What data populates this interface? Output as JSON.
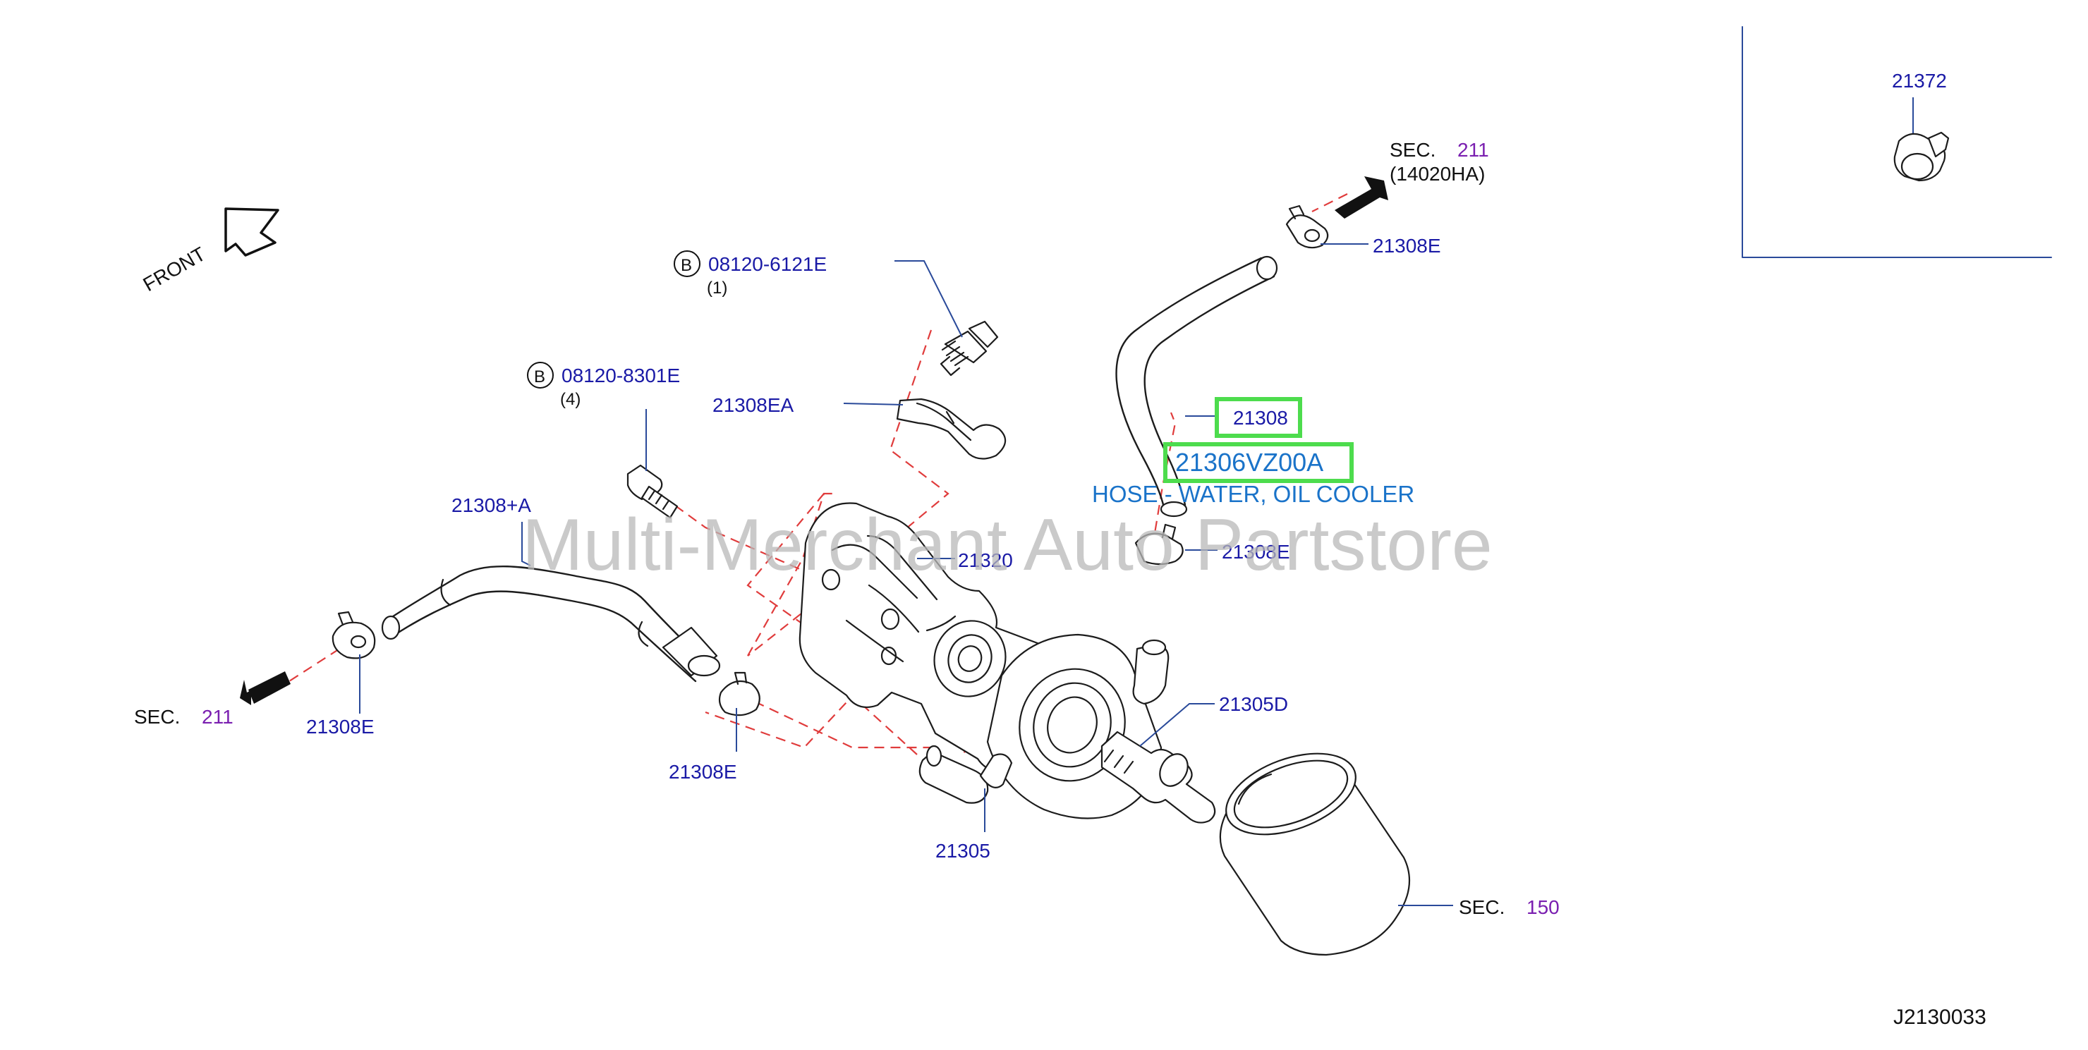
{
  "watermark": "Multi-Merchant Auto Partstore",
  "diagram_code": "J2130033",
  "front_label": "FRONT",
  "labels": {
    "p21372": "21372",
    "sec_word_top": "SEC.",
    "sec_num_top": "211",
    "sec_ref_top": "(14020HA)",
    "p21308E_top": "21308E",
    "bolt_b": "B",
    "bolt1_part": "08120-6121E",
    "bolt1_qty": "(1)",
    "bolt2_part": "08120-8301E",
    "bolt2_qty": "(4)",
    "p21308EA": "21308EA",
    "p21308": "21308",
    "p21306VZ00A": "21306VZ00A",
    "hose_desc": "HOSE - WATER, OIL COOLER",
    "p21308_A": "21308+A",
    "p21320": "21320",
    "p21308E_mid": "21308E",
    "sec_word_left": "SEC.",
    "sec_num_left": "211",
    "p21308E_left": "21308E",
    "p21308E_bottom": "21308E",
    "p21305D": "21305D",
    "p21305": "21305",
    "sec_word_filter": "SEC.",
    "sec_num_filter": "150"
  },
  "colors": {
    "part_number": "#1a1aa6",
    "section_number": "#7a1fb0",
    "highlight_box": "#4ddc4d",
    "highlight_text": "#1a73c9",
    "dashed_guide": "#e03c3c"
  }
}
